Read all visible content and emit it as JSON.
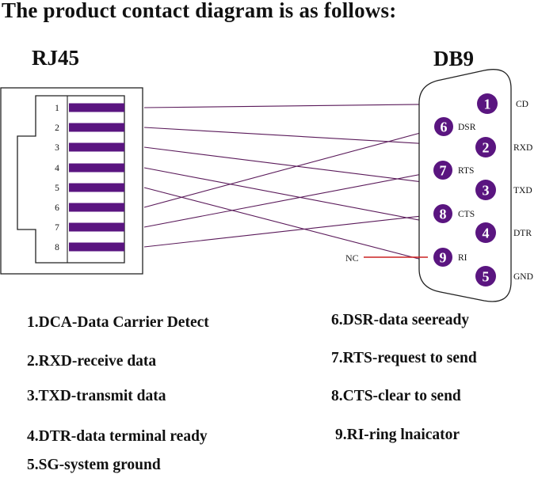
{
  "title": "The product contact diagram is as follows:",
  "rj45": {
    "title": "RJ45",
    "pins": [
      "1",
      "2",
      "3",
      "4",
      "5",
      "6",
      "7",
      "8"
    ]
  },
  "db9": {
    "title": "DB9",
    "pins": [
      {
        "num": "1",
        "signal": "CD"
      },
      {
        "num": "2",
        "signal": "RXD"
      },
      {
        "num": "3",
        "signal": "TXD"
      },
      {
        "num": "4",
        "signal": "DTR"
      },
      {
        "num": "5",
        "signal": "GND"
      },
      {
        "num": "6",
        "signal": "DSR"
      },
      {
        "num": "7",
        "signal": "RTS"
      },
      {
        "num": "8",
        "signal": "CTS"
      },
      {
        "num": "9",
        "signal": "RI"
      }
    ],
    "nc_label": "NC"
  },
  "wiring": [
    {
      "rj45": "1",
      "db9": "1"
    },
    {
      "rj45": "2",
      "db9": "2"
    },
    {
      "rj45": "3",
      "db9": "3"
    },
    {
      "rj45": "4",
      "db9": "4"
    },
    {
      "rj45": "5",
      "db9": "5"
    },
    {
      "rj45": "6",
      "db9": "6"
    },
    {
      "rj45": "7",
      "db9": "7"
    },
    {
      "rj45": "8",
      "db9": "8"
    }
  ],
  "colors": {
    "pin_fill": "#5a1580",
    "nc_line": "#cc2222",
    "line": "#5a1a5a"
  },
  "legend": {
    "left": [
      "1.DCA-Data Carrier Detect",
      "2.RXD-receive data",
      "3.TXD-transmit data",
      "4.DTR-data terminal ready",
      "5.SG-system ground"
    ],
    "right": [
      "6.DSR-data seeready",
      "7.RTS-request to send",
      "8.CTS-clear to send",
      "9.RI-ring lnaicator"
    ]
  }
}
